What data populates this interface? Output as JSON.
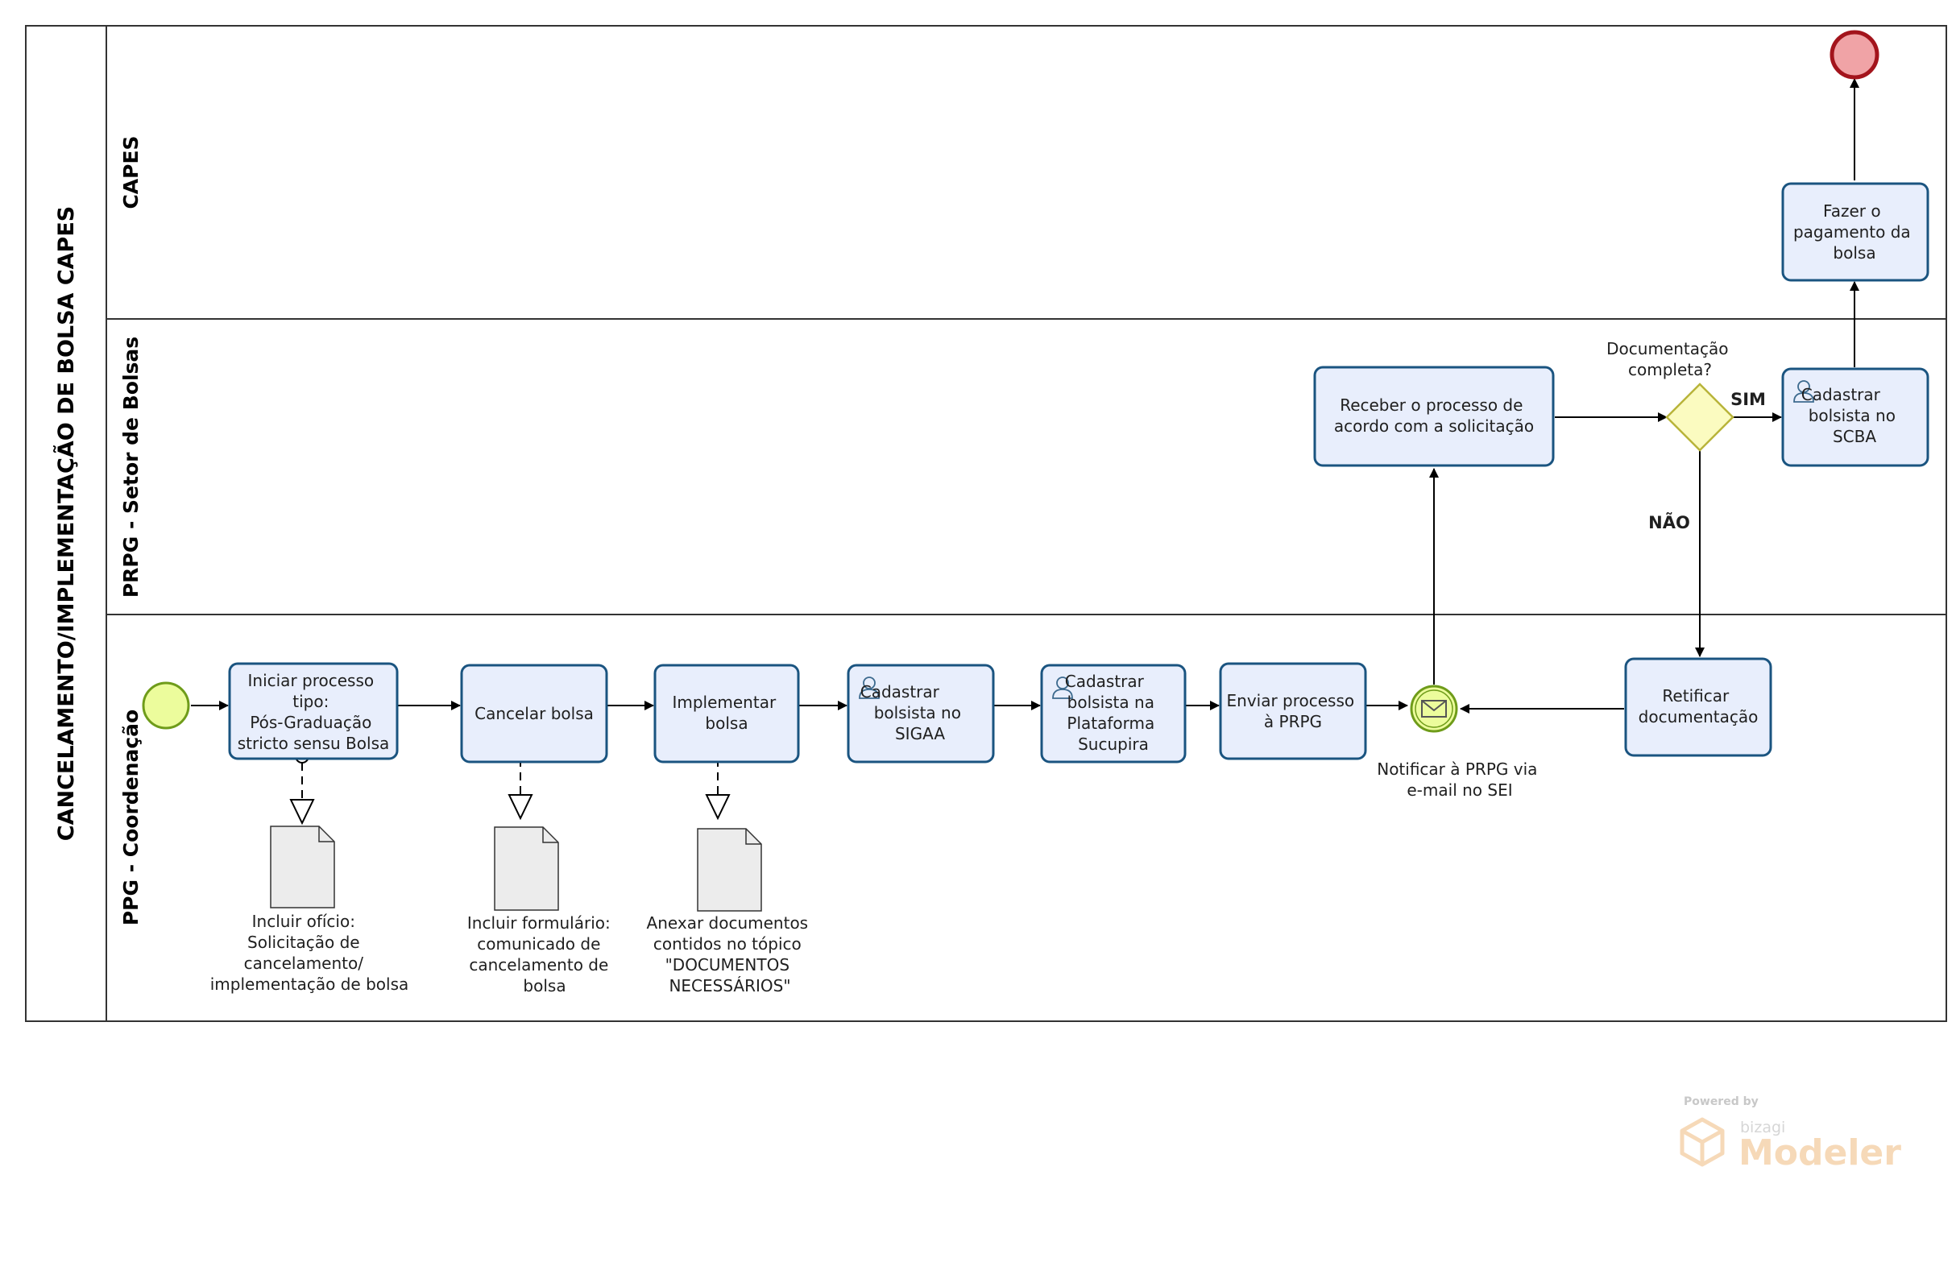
{
  "pool": {
    "title": "CANCELAMENTO/IMPLEMENTAÇÃO DE BOLSA CAPES"
  },
  "lanes": {
    "capes": "CAPES",
    "prpg": "PRPG - Setor de Bolsas",
    "ppg": "PPG - Coordenação"
  },
  "tasks": {
    "iniciar": [
      "Iniciar processo",
      "tipo:",
      "Pós-Graduação",
      "stricto sensu Bolsa"
    ],
    "cancelar": [
      "Cancelar bolsa"
    ],
    "implementar": [
      "Implementar",
      "bolsa"
    ],
    "sigaa": [
      "Cadastrar",
      "bolsista no",
      "SIGAA"
    ],
    "sucupira": [
      "Cadastrar",
      "bolsista na",
      "Plataforma",
      "Sucupira"
    ],
    "enviar": [
      "Enviar processo",
      "à PRPG"
    ],
    "retificar": [
      "Retificar",
      "documentação"
    ],
    "receber": [
      "Receber o processo de",
      "acordo com a solicitação"
    ],
    "scba": [
      "Cadastrar",
      "bolsista no",
      "SCBA"
    ],
    "pagamento": [
      "Fazer o",
      "pagamento da",
      "bolsa"
    ]
  },
  "gateway": {
    "question": [
      "Documentação",
      "completa?"
    ],
    "yes": "SIM",
    "no": "NÃO"
  },
  "message_event": {
    "label": [
      "Notificar à PRPG via",
      "e-mail no SEI"
    ]
  },
  "artifacts": {
    "oficio": [
      "Incluir ofício:",
      "Solicitação de",
      "cancelamento/",
      "implementação de bolsa"
    ],
    "formulario": [
      "Incluir formulário:",
      "comunicado de",
      "cancelamento de",
      "bolsa"
    ],
    "anexar": [
      "Anexar documentos",
      "contidos no tópico",
      "\"DOCUMENTOS",
      "NECESSÁRIOS\""
    ]
  },
  "watermark": {
    "powered": "Powered by",
    "brand": "bizagi",
    "product": "Modeler"
  },
  "colors": {
    "task_fill": "#e8eefc",
    "task_stroke": "#1a5480",
    "start_fill": "#ecfc9c",
    "start_stroke": "#6f9c1a",
    "end_fill": "#f0a3a6",
    "end_stroke": "#a3141c",
    "gateway_fill": "#fbfbc0",
    "gateway_stroke": "#b8b43a",
    "doc_fill": "#ececec"
  }
}
